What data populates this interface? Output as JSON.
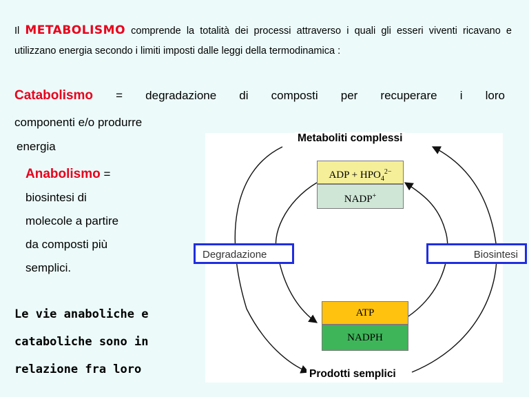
{
  "intro": {
    "prefix": "Il",
    "keyword": "METABOLISMO",
    "text": "comprende la totalità dei processi attraverso i quali gli esseri viventi ricavano e utilizzano energia secondo i limiti imposti dalle leggi della termodinamica :"
  },
  "catabolism": {
    "keyword": "Catabolismo",
    "line1_words": [
      "=",
      "degradazione",
      "di",
      "composti",
      "per",
      "recuperare",
      "i",
      "loro"
    ],
    "line2": "componenti e/o produrre",
    "line3": "energia"
  },
  "anabolism": {
    "keyword": "Anabolismo",
    "eq": " =",
    "lines": [
      "biosintesi di",
      "molecole a partire",
      "da composti più",
      "semplici."
    ]
  },
  "relation": {
    "lines": [
      "Le vie anaboliche e",
      "cataboliche sono in",
      "relazione fra loro"
    ]
  },
  "diagram": {
    "top_label": "Metaboliti complessi",
    "bottom_label": "Prodotti semplici",
    "left_label": "Degradazione",
    "right_label": "Biosintesi",
    "top_box": {
      "adp_prefix": "ADP + HPO",
      "adp_sub": "4",
      "adp_sup": "2−",
      "nadp": "NADP",
      "nadp_sup": "+"
    },
    "bottom_box": {
      "atp": "ATP",
      "nadph": "NADPH"
    },
    "colors": {
      "adp": "#f5ef9a",
      "nadp": "#cfe6d6",
      "atp": "#ffc20e",
      "nadph": "#3fb55a",
      "highlight_frame": "#1f2fe0"
    }
  }
}
